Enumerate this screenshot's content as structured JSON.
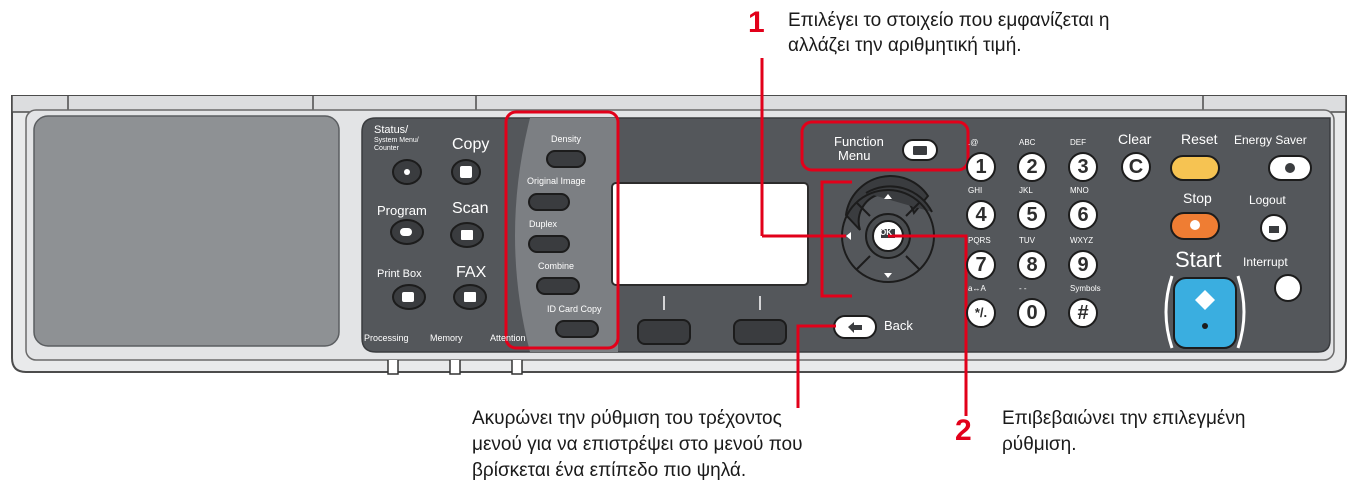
{
  "callouts": {
    "c1": {
      "number": "1",
      "line1": "Επιλέγει το στοιχείο που εμφανίζεται η",
      "line2": "αλλάζει την αριθμητική τιμή."
    },
    "c2": {
      "number": "2",
      "line1": "Επιβεβαιώνει την επιλεγμένη",
      "line2": "ρύθμιση."
    },
    "back": {
      "line1": "Ακυρώνει την ρύθμιση του τρέχοντος",
      "line2": "μενού για να επιστρέψει στο μενού που",
      "line3": "βρίσκεται ένα επίπεδο πιο ψηλά."
    }
  },
  "panel_labels": {
    "status": "Status/",
    "status_sub1": "System Menu/",
    "status_sub2": "Counter",
    "copy": "Copy",
    "program": "Program",
    "scan": "Scan",
    "print_box": "Print Box",
    "fax": "FAX",
    "processing": "Processing",
    "memory": "Memory",
    "attention": "Attention",
    "density": "Density",
    "original_image": "Original Image",
    "duplex": "Duplex",
    "combine": "Combine",
    "id_card_copy": "ID Card Copy",
    "function_menu_1": "Function",
    "function_menu_2": "Menu",
    "ok": "OK",
    "back": "Back",
    "clear": "Clear",
    "reset": "Reset",
    "energy_saver": "Energy Saver",
    "stop": "Stop",
    "logout": "Logout",
    "start": "Start",
    "interrupt": "Interrupt"
  },
  "keypad": [
    {
      "key": "1",
      "sub": ".@"
    },
    {
      "key": "2",
      "sub": "ABC"
    },
    {
      "key": "3",
      "sub": "DEF"
    },
    {
      "key": "4",
      "sub": "GHI"
    },
    {
      "key": "5",
      "sub": "JKL"
    },
    {
      "key": "6",
      "sub": "MNO"
    },
    {
      "key": "7",
      "sub": "PQRS"
    },
    {
      "key": "8",
      "sub": "TUV"
    },
    {
      "key": "9",
      "sub": "WXYZ"
    },
    {
      "key": "*/.",
      "sub": "a↔A"
    },
    {
      "key": "0",
      "sub": "- -"
    },
    {
      "key": "#",
      "sub": "Symbols"
    }
  ],
  "colors": {
    "highlight": "#e2001a",
    "panel_dark": "#4a4d50",
    "panel_mid": "#5a5d61",
    "reset_button": "#f6c352",
    "stop_button": "#ef7d33",
    "start_button": "#3aaee0"
  }
}
